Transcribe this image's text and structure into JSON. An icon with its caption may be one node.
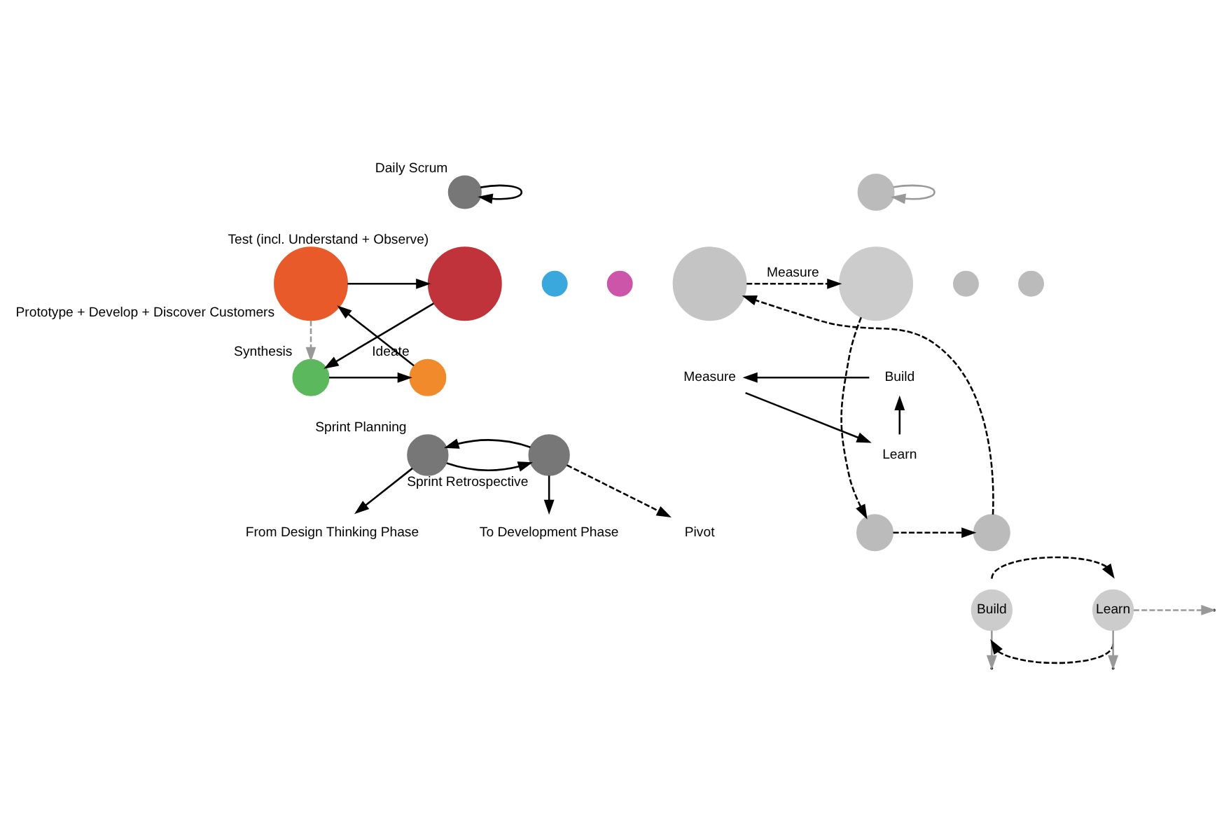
{
  "diagram": {
    "nodes": [
      {
        "text": [
          "Daily Scrum"
        ]
      },
      {
        "text": [
          "Test (incl. Understand + Observe)"
        ]
      },
      {
        "text": [],
        "shape": "circle"
      },
      {
        "text": [],
        "shape": "circle"
      },
      {
        "text": [
          "Prototype + Develop + Discover Customers"
        ]
      },
      {
        "text": [
          "Synthesis"
        ]
      },
      {
        "text": [
          "Ideate"
        ]
      },
      {
        "text": [
          "Sprint Planning"
        ]
      },
      {
        "text": [
          "Sprint Retrospective"
        ]
      },
      {
        "text": [
          "Pivot"
        ]
      },
      {
        "text": [
          "From Design Thinking Phase"
        ]
      },
      {
        "text": [
          "To Development Phase"
        ]
      },
      {
        "text": [],
        "shape": "circle"
      },
      {
        "text": [],
        "shape": "circle"
      },
      {
        "text": [],
        "shape": "circle"
      },
      {
        "text": [],
        "shape": "circle"
      },
      {
        "text": [],
        "shape": "circle"
      },
      {
        "text": [
          "Measure"
        ]
      },
      {
        "text": [
          "Build"
        ]
      },
      {
        "text": [
          "Learn"
        ]
      },
      {
        "text": [],
        "shape": "circle"
      },
      {
        "text": [],
        "shape": "circle"
      },
      {
        "text": [
          "Build"
        ]
      },
      {
        "text": [
          "Learn"
        ]
      }
    ],
    "edges": [
      {
        "from": 0,
        "to": 0,
        "arrow": "to"
      },
      {
        "from": 4,
        "to": 1,
        "arrow": "to"
      },
      {
        "from": 1,
        "to": 5,
        "arrow": "to"
      },
      {
        "from": 5,
        "to": 6,
        "arrow": "to"
      },
      {
        "from": 6,
        "to": 4,
        "arrow": "to"
      },
      {
        "from": 4,
        "to": 5,
        "arrow": "to",
        "style": "dashed",
        "color": "#999999"
      },
      {
        "from": 7,
        "to": 8,
        "arrow": "to"
      },
      {
        "from": 8,
        "to": 7,
        "arrow": "to"
      },
      {
        "from": 8,
        "to": 9,
        "arrow": "to",
        "style": "dashed"
      },
      {
        "from": 7,
        "to": 10,
        "arrow": "to"
      },
      {
        "from": 8,
        "to": 11,
        "arrow": "to"
      },
      {
        "from": 12,
        "to": 12,
        "arrow": "to",
        "color": "#999999"
      },
      {
        "from": 16,
        "to": 13,
        "arrow": "to",
        "label": "Measure",
        "style": "dashed"
      },
      {
        "from": 13,
        "to": 20,
        "arrow": "to",
        "style": "dashed"
      },
      {
        "from": 20,
        "to": 21,
        "arrow": "to",
        "style": "dashed"
      },
      {
        "from": 21,
        "to": 16,
        "arrow": "to",
        "style": "dashed"
      },
      {
        "from": 18,
        "to": 17,
        "arrow": "to"
      },
      {
        "from": 17,
        "to": 19,
        "arrow": "to"
      },
      {
        "from": 19,
        "to": 18,
        "arrow": "to"
      },
      {
        "from": 22,
        "to": 23,
        "arrow": "to",
        "style": "dashed"
      },
      {
        "from": 23,
        "to": 22,
        "arrow": "to",
        "style": "dashed"
      },
      {
        "from": 22,
        "to": null,
        "arrow": "to",
        "color": "#999999"
      },
      {
        "from": 23,
        "to": null,
        "arrow": "to",
        "style": "dashed",
        "color": "#999999"
      },
      {
        "from": 23,
        "to": null,
        "arrow": "to",
        "color": "#999999"
      }
    ]
  }
}
